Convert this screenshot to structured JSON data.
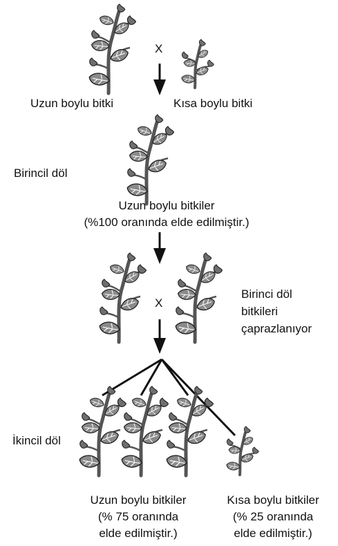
{
  "parents": {
    "tall_label": "Uzun boylu bitki",
    "short_label": "Kısa boylu bitki",
    "cross_symbol": "X"
  },
  "first_generation": {
    "label": "Birincil döl",
    "result_line1": "Uzun boylu bitkiler",
    "result_line2": "(%100 oranında elde edilmiştir.)"
  },
  "f1_cross": {
    "cross_symbol": "X",
    "note_line1": "Birinci döl",
    "note_line2": "bitkileri",
    "note_line3": "çaprazlanıyor"
  },
  "second_generation": {
    "label": "İkincil döl",
    "tall_line1": "Uzun boylu bitkiler",
    "tall_line2": "(% 75 oranında",
    "tall_line3": "elde edilmiştir.)",
    "short_line1": "Kısa boylu bitkiler",
    "short_line2": "(% 25 oranında",
    "short_line3": "elde edilmiştir.)"
  },
  "colors": {
    "leaf": "#8a8a8a",
    "stem": "#555555",
    "line": "#111111"
  }
}
